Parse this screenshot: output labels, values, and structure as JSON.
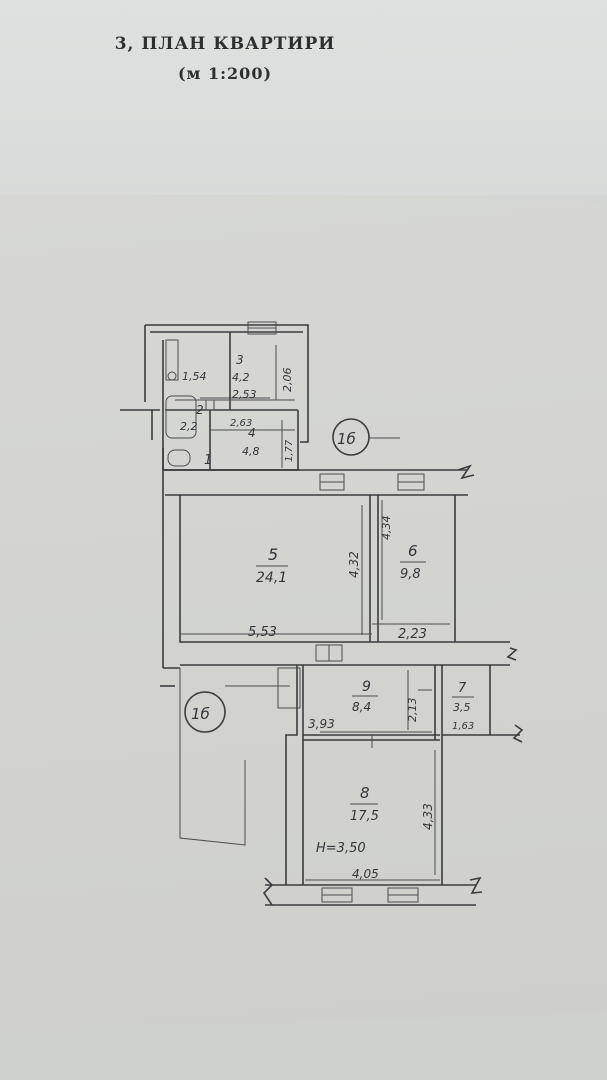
{
  "header": {
    "title": "3, ПЛАН КВАРТИРИ",
    "scale": "(м 1:200)"
  },
  "rooms": [
    {
      "number": "1",
      "area": ""
    },
    {
      "number": "2",
      "area": "2,2"
    },
    {
      "number": "3",
      "area": "4,2"
    },
    {
      "number": "4",
      "area": "4,8"
    },
    {
      "number": "5",
      "area": "24,1"
    },
    {
      "number": "6",
      "area": "9,8"
    },
    {
      "number": "7",
      "area": "3,5"
    },
    {
      "number": "8",
      "area": "17,5"
    },
    {
      "number": "9",
      "area": "8,4"
    }
  ],
  "dimensions": [
    "1,54",
    "2,53",
    "2,06",
    "2,63",
    "1,77",
    "4,32",
    "4,34",
    "5,53",
    "2,23",
    "3,93",
    "2,13",
    "1,63",
    "4,33",
    "4,05"
  ],
  "ceiling_height": "Н=3,50",
  "markers": [
    "1б",
    "1б"
  ],
  "colors": {
    "ink": "#3a3c3e",
    "paper": "#d4d6d3"
  }
}
